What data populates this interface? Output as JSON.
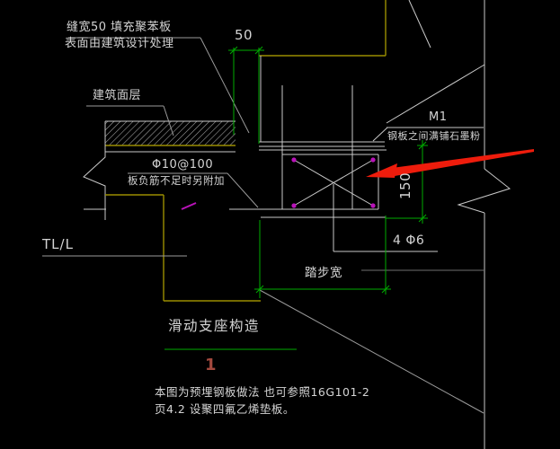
{
  "drawing": {
    "title": "滑动支座构造",
    "detail_number": "1",
    "notes": {
      "line1": "本图为预埋钢板做法 也可参照16G101-2",
      "line2": "页4.2 设聚四氟乙烯垫板。"
    },
    "annotations": {
      "joint_note_line1": "缝宽50 填充聚苯板",
      "joint_note_line2": "表面由建筑设计处理",
      "finish_label": "建筑面层",
      "slab_rebar_line1": "Φ10@100",
      "slab_rebar_line2": "板负筋不足时另附加",
      "beam_label": "TL/L",
      "plate_mark": "M1",
      "plate_note": "钢板之间满铺石墨粉",
      "anchor_bars": "4 Φ6",
      "tread_width_label": "踏步宽"
    },
    "dimensions": {
      "joint_width": "50",
      "bearing_height": "150"
    },
    "colors": {
      "background": "#000000",
      "line_main": "#c9c9c9",
      "line_leader": "#9a9a9a",
      "line_dark": "#6f6f6f",
      "line_structure_yellow": "#9a8e00",
      "dimension_green": "#00ab00",
      "rebar_magenta": "#b913b9",
      "marker_red": "#ee1c0c",
      "detail_number_red": "#a3493e",
      "text": "#d4d4d4"
    }
  }
}
